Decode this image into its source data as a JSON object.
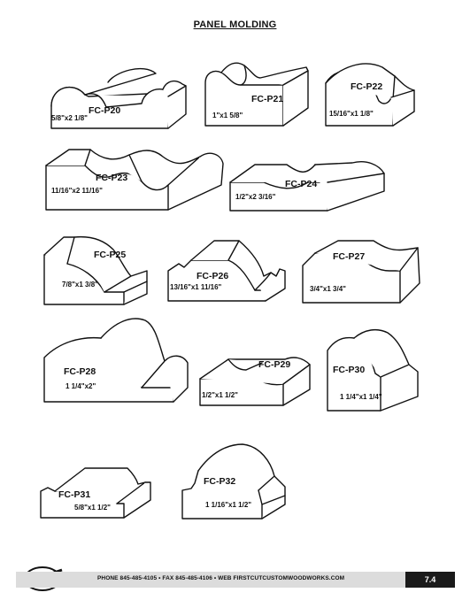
{
  "page": {
    "title": "PANEL MOLDING"
  },
  "profiles": [
    {
      "code": "FC-P20",
      "size": "5/8\"x2 1/8\""
    },
    {
      "code": "FC-P21",
      "size": "1\"x1 5/8\""
    },
    {
      "code": "FC-P22",
      "size": "15/16\"x1 1/8\""
    },
    {
      "code": "FC-P23",
      "size": "11/16\"x2 11/16\""
    },
    {
      "code": "FC-P24",
      "size": "1/2\"x2 3/16\""
    },
    {
      "code": "FC-P25",
      "size": "7/8\"x1 3/8\""
    },
    {
      "code": "FC-P26",
      "size": "13/16\"x1 11/16\""
    },
    {
      "code": "FC-P27",
      "size": "3/4\"x1 3/4\""
    },
    {
      "code": "FC-P28",
      "size": "1 1/4\"x2\""
    },
    {
      "code": "FC-P29",
      "size": "1/2\"x1 1/2\""
    },
    {
      "code": "FC-P30",
      "size": "1 1/4\"x1 1/4\""
    },
    {
      "code": "FC-P31",
      "size": "5/8\"x1 1/2\""
    },
    {
      "code": "FC-P32",
      "size": "1 1/16\"x1 1/2\""
    }
  ],
  "footer": {
    "contact": "PHONE 845-485-4105  •  FAX 845-485-4106  •  WEB FIRSTCUTCUSTOMWOODWORKS.COM",
    "page_number": "7.4"
  }
}
